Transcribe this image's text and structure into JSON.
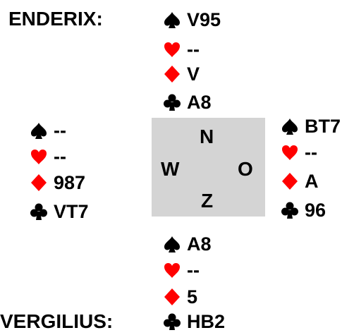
{
  "players": {
    "north_name": "ENDERIX:",
    "south_name": "VERGILIUS:"
  },
  "hands": {
    "north": {
      "spades": "V95",
      "hearts": "--",
      "diamonds": "V",
      "clubs": "A8"
    },
    "west": {
      "spades": "--",
      "hearts": "--",
      "diamonds": "987",
      "clubs": "VT7"
    },
    "east": {
      "spades": "BT7",
      "hearts": "--",
      "diamonds": "A",
      "clubs": "96"
    },
    "south": {
      "spades": "A8",
      "hearts": "--",
      "diamonds": "5",
      "clubs": "HB2"
    }
  },
  "compass": {
    "north": "N",
    "west": "W",
    "east": "O",
    "south": "Z"
  },
  "suit_icons": {
    "spades": "spade-icon",
    "hearts": "heart-icon",
    "diamonds": "diamond-icon",
    "clubs": "club-icon"
  },
  "colors": {
    "red": "#ff0000",
    "black": "#000000",
    "table": "#d4d4d4"
  }
}
